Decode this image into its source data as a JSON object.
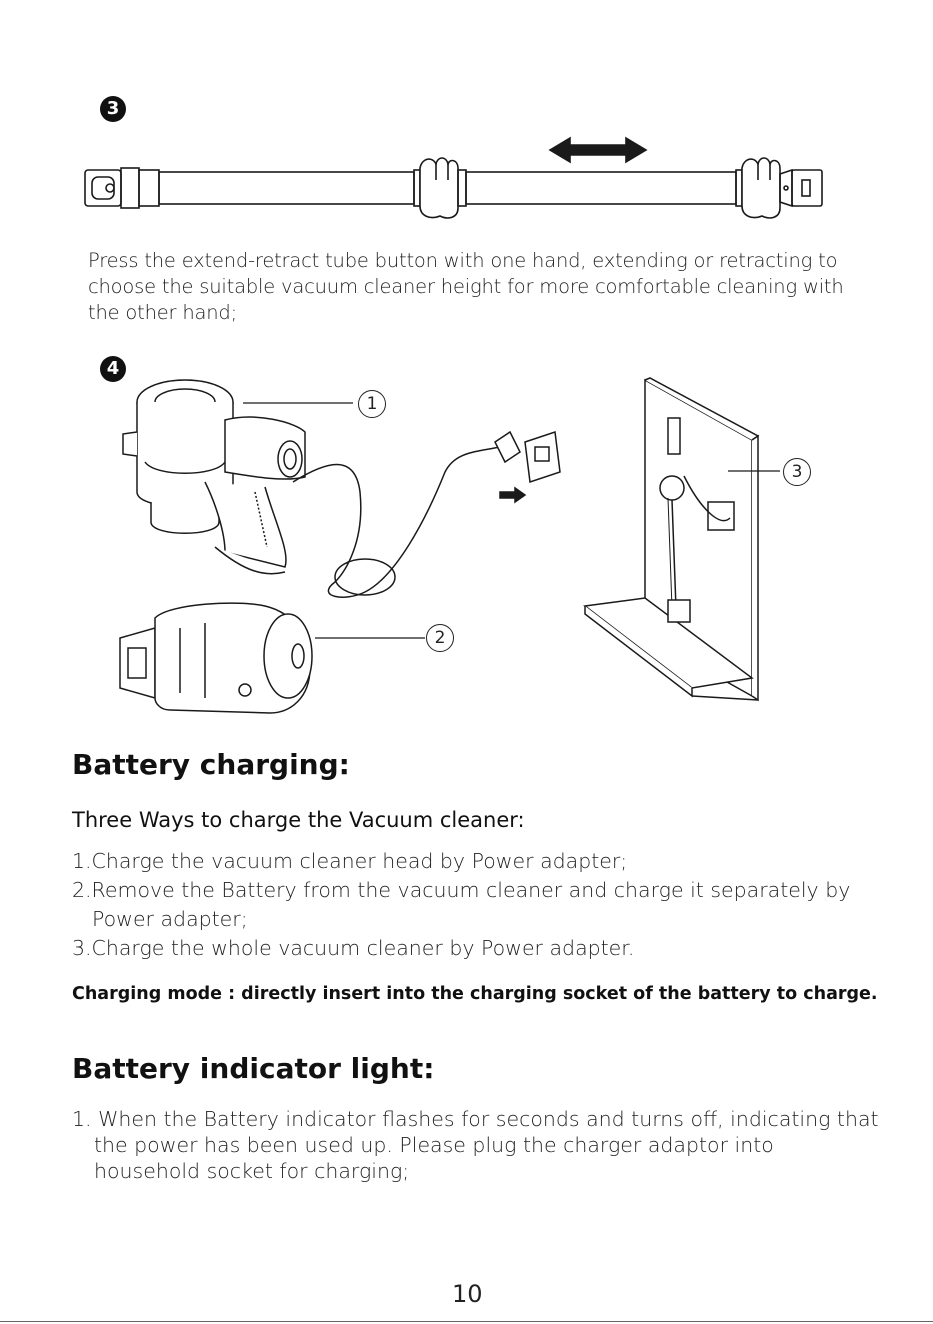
{
  "steps": {
    "step3": {
      "badge": "3",
      "text": "Press the extend-retract tube button with one hand, extending or retracting to choose the suitable vacuum cleaner height for more comfortable cleaning with the other hand;"
    },
    "step4": {
      "badge": "4",
      "callouts": [
        "1",
        "2",
        "3"
      ]
    }
  },
  "charging": {
    "heading": "Battery charging:",
    "subheading": "Three Ways to charge the Vacuum cleaner:",
    "items": [
      "1.Charge the vacuum cleaner head by Power adapter;",
      "2.Remove the Battery from the vacuum cleaner and charge it separately by Power adapter;",
      "3.Charge the whole vacuum cleaner by Power adapter."
    ],
    "mode": "Charging mode : directly insert into the charging socket of the battery to charge."
  },
  "indicator": {
    "heading": "Battery indicator light:",
    "items": [
      "1. When the Battery indicator flashes for seconds and turns off, indicating that the power has been used up. Please plug the charger adaptor into household socket for charging;"
    ]
  },
  "page_number": "10"
}
